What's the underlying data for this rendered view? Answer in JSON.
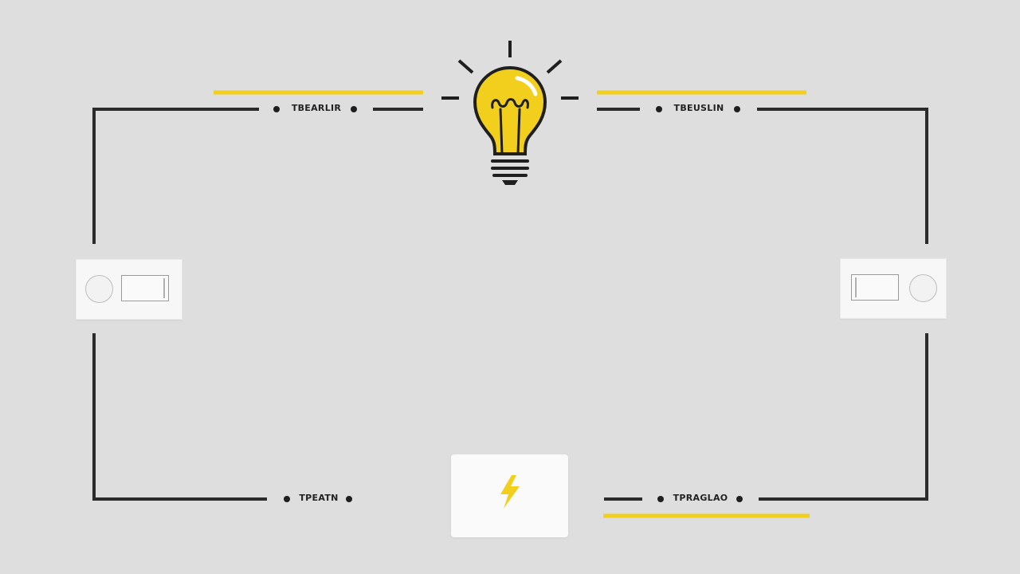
{
  "labels": {
    "top_left": "TBEARLIR",
    "top_right": "TBEUSLIN",
    "bottom_left": "TPEATN",
    "bottom_right": "TPRAGLAO"
  },
  "colors": {
    "background": "#dedede",
    "wire": "#2b2b2b",
    "accent_yellow": "#f2cf1d",
    "component_white": "#f7f7f7"
  },
  "icons": {
    "bulb": "light-bulb-icon",
    "battery": "lightning-bolt-icon",
    "switch_left": "toggle-switch-icon",
    "switch_right": "toggle-switch-icon"
  }
}
